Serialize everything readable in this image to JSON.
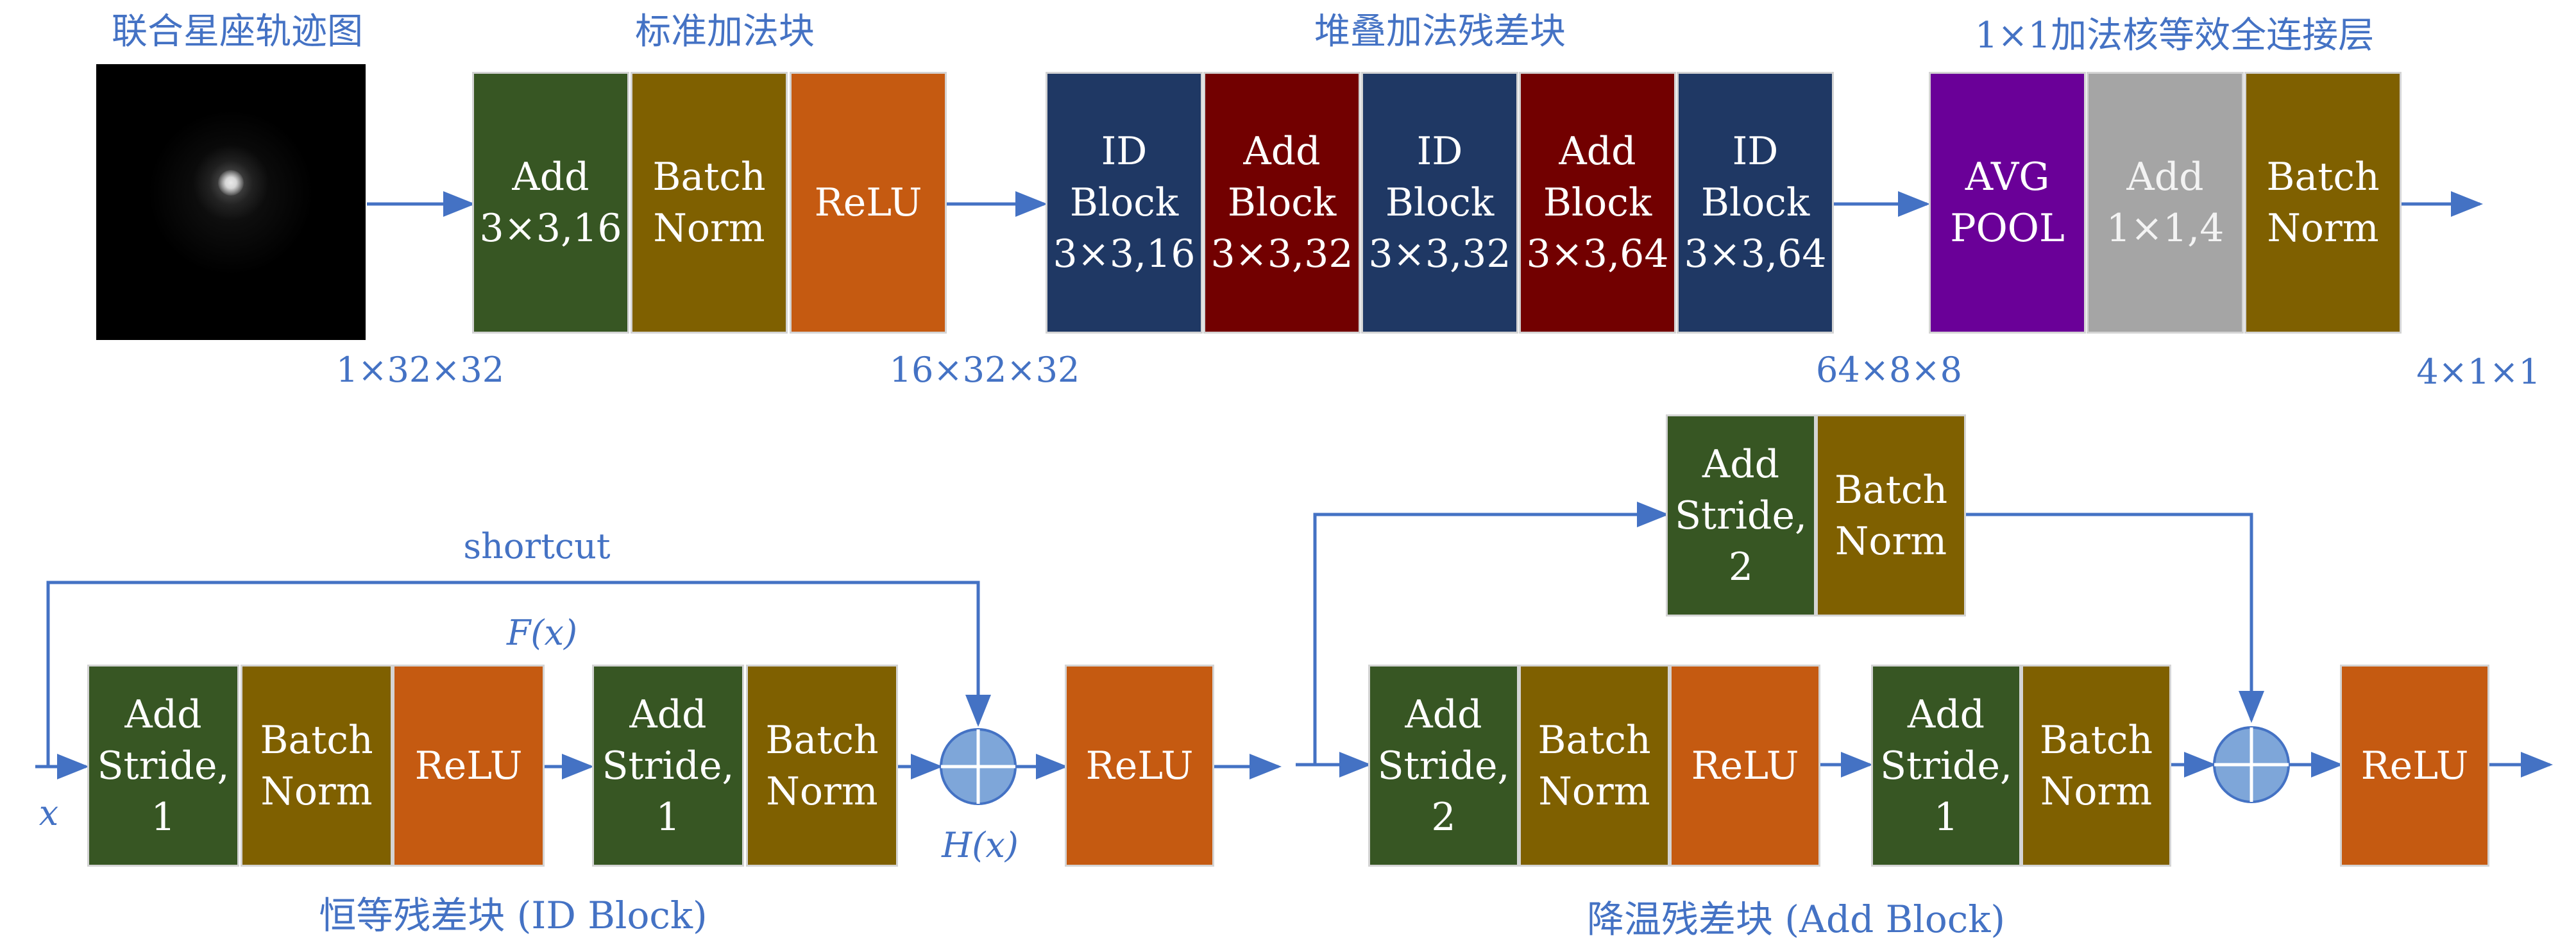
{
  "titles": {
    "constellation": "联合星座轨迹图",
    "standard_add": "标准加法块",
    "stacked_residual": "堆叠加法残差块",
    "fc_equiv": "1×1加法核等效全连接层"
  },
  "top_row": {
    "standard": [
      {
        "lines": [
          "Add",
          "3×3,16"
        ],
        "color": "#375623"
      },
      {
        "lines": [
          "Batch",
          "Norm"
        ],
        "color": "#7f6000"
      },
      {
        "lines": [
          "ReLU"
        ],
        "color": "#c55a11"
      }
    ],
    "stack": [
      {
        "lines": [
          "ID",
          "Block",
          "3×3,16"
        ],
        "color": "#1f3864"
      },
      {
        "lines": [
          "Add",
          "Block",
          "3×3,32"
        ],
        "color": "#720000"
      },
      {
        "lines": [
          "ID",
          "Block",
          "3×3,32"
        ],
        "color": "#1f3864"
      },
      {
        "lines": [
          "Add",
          "Block",
          "3×3,64"
        ],
        "color": "#720000"
      },
      {
        "lines": [
          "ID",
          "Block",
          "3×3,64"
        ],
        "color": "#1f3864"
      }
    ],
    "fc": [
      {
        "lines": [
          "AVG",
          "POOL"
        ],
        "color": "#6a0098"
      },
      {
        "lines": [
          "Add",
          "1×1,4"
        ],
        "color": "#a5a5a5"
      },
      {
        "lines": [
          "Batch",
          "Norm"
        ],
        "color": "#7f6000"
      }
    ]
  },
  "dims": {
    "input": "1×32×32",
    "after_standard": "16×32×32",
    "after_stack": "64×8×8",
    "output": "4×1×1"
  },
  "id_block": {
    "caption": "恒等残差块 (ID Block)",
    "shortcut_label": "shortcut",
    "input_label": "x",
    "residual_label": "F(x)",
    "sum_label": "H(x)",
    "blocks": [
      {
        "lines": [
          "Add",
          "Stride,",
          "1"
        ],
        "color": "#375623"
      },
      {
        "lines": [
          "Batch",
          "Norm"
        ],
        "color": "#7f6000"
      },
      {
        "lines": [
          "ReLU"
        ],
        "color": "#c55a11"
      },
      {
        "lines": [
          "Add",
          "Stride,",
          "1"
        ],
        "color": "#375623"
      },
      {
        "lines": [
          "Batch",
          "Norm"
        ],
        "color": "#7f6000"
      }
    ],
    "relu": {
      "lines": [
        "ReLU"
      ],
      "color": "#c55a11"
    }
  },
  "add_block": {
    "caption": "降温残差块 (Add Block)",
    "shortcut_blocks": [
      {
        "lines": [
          "Add",
          "Stride,",
          "2"
        ],
        "color": "#375623"
      },
      {
        "lines": [
          "Batch",
          "Norm"
        ],
        "color": "#7f6000"
      }
    ],
    "blocks": [
      {
        "lines": [
          "Add",
          "Stride,",
          "2"
        ],
        "color": "#375623"
      },
      {
        "lines": [
          "Batch",
          "Norm"
        ],
        "color": "#7f6000"
      },
      {
        "lines": [
          "ReLU"
        ],
        "color": "#c55a11"
      },
      {
        "lines": [
          "Add",
          "Stride,",
          "1"
        ],
        "color": "#375623"
      },
      {
        "lines": [
          "Batch",
          "Norm"
        ],
        "color": "#7f6000"
      }
    ],
    "relu": {
      "lines": [
        "ReLU"
      ],
      "color": "#c55a11"
    }
  },
  "colors": {
    "arrow": "#4472c4",
    "text": "#4472c4",
    "sum_node": "#7ea6d9"
  }
}
